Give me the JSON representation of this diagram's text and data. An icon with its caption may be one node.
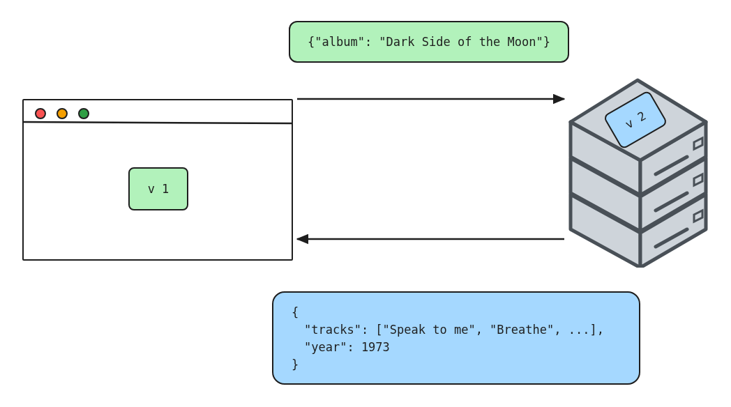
{
  "diagram": {
    "nodes": [
      {
        "text": [],
        "shape": "box"
      },
      {
        "text": [
          "v 1"
        ],
        "in": 0
      },
      {
        "text": [],
        "shape": "picture"
      },
      {
        "text": [
          "v 2"
        ],
        "in": 2
      },
      {
        "text": [
          "{\"album\": \"Dark Side of the Moon\"}"
        ]
      },
      {
        "text": [
          "{",
          "\"tracks\": [\"Speak to me\", \"Breathe\", ...],",
          "\"year\": 1973",
          "}"
        ]
      }
    ],
    "edges": [
      {
        "from": 0,
        "to": 2,
        "arrow": "to"
      },
      {
        "from": 2,
        "to": 0,
        "arrow": "to"
      }
    ]
  }
}
